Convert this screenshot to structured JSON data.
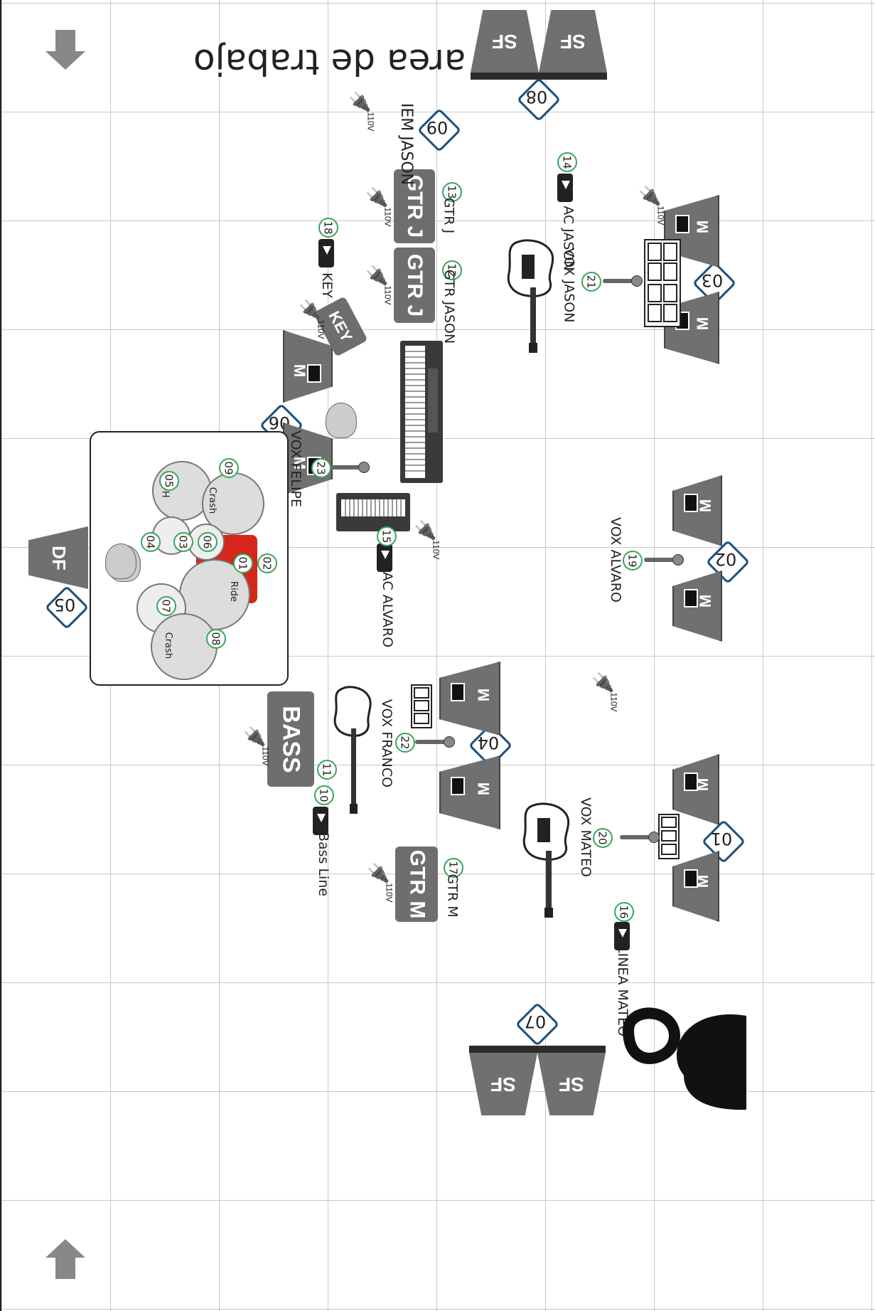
{
  "title": "area de trabajo",
  "power_label": "110V",
  "sub": [
    "SF",
    "SF",
    "SF",
    "SF"
  ],
  "front": "DF",
  "stations": [
    "01",
    "02",
    "03",
    "04",
    "05",
    "06",
    "07",
    "08",
    "09"
  ],
  "monitor": "M",
  "amps": {
    "gtr_j_1": "GTR J",
    "gtr_j_2": "GTR J",
    "gtr_m": "GTR M",
    "bass": "BASS",
    "key": "KEY"
  },
  "inputs": [
    {
      "num": "13",
      "label": "GTR J"
    },
    {
      "num": "12",
      "label": "GTR JASON"
    },
    {
      "num": "14",
      "label": "AC JASON"
    },
    {
      "num": "21",
      "label": "VOX JASON"
    },
    {
      "num": "18",
      "label": "KEY"
    },
    {
      "num": "23",
      "label": "VOX FELIPE"
    },
    {
      "num": "15",
      "label": "AC ALVARO"
    },
    {
      "num": "19",
      "label": "VOX ALVARO"
    },
    {
      "num": "22",
      "label": "VOX FRANCO"
    },
    {
      "num": "11",
      "label": ""
    },
    {
      "num": "10",
      "label": "Bass Line"
    },
    {
      "num": "17",
      "label": "GTR M"
    },
    {
      "num": "20",
      "label": "VOX MATEO"
    },
    {
      "num": "16",
      "label": "LINEA MATEO"
    }
  ],
  "iem": "IEM JASON",
  "drums": {
    "mic_nums": [
      "01",
      "02",
      "03",
      "04",
      "05",
      "06",
      "07",
      "08",
      "09"
    ],
    "labels": {
      "crash_a": "Crash",
      "crash_b": "Crash",
      "hihat": "H-H",
      "ride": "Ride"
    }
  },
  "colors": {
    "amp": "#6e6e6e",
    "station_border": "#1d4f7a",
    "channel_ring": "#3aa55a",
    "kick": "#d4261c"
  },
  "icons": [
    "arrow-up-icon",
    "arrow-down-icon",
    "power-plug-icon",
    "di-box-icon",
    "microphone-icon",
    "electric-guitar-icon",
    "keyboard-icon",
    "bass-guitar-icon",
    "logo-icon"
  ]
}
